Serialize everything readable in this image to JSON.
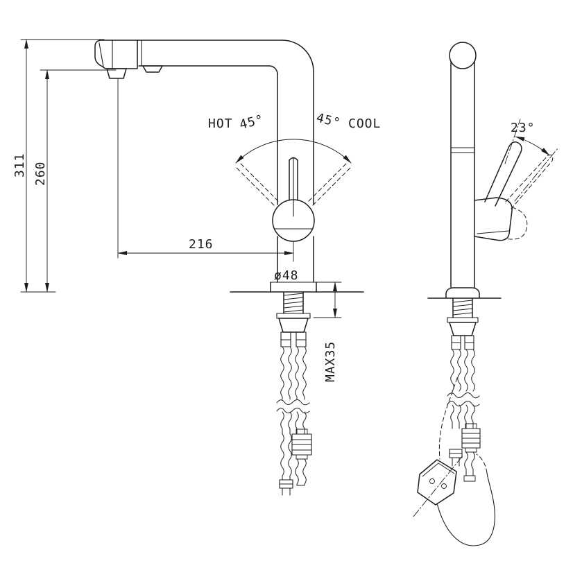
{
  "page": {
    "background": "#ffffff",
    "line_color": "#1c1c1c"
  },
  "drawing": {
    "front_view": {
      "dim_total_height": "311",
      "dim_spout_height": "260",
      "dim_reach": "216",
      "dim_base_diameter": "ø48",
      "dim_max_counter_thickness": "MAX35",
      "label_hot": "HOT",
      "angle_hot": "45°",
      "angle_cool": "45°",
      "label_cool": "COOL"
    },
    "side_view": {
      "angle_handle_tilt": "23°"
    }
  }
}
